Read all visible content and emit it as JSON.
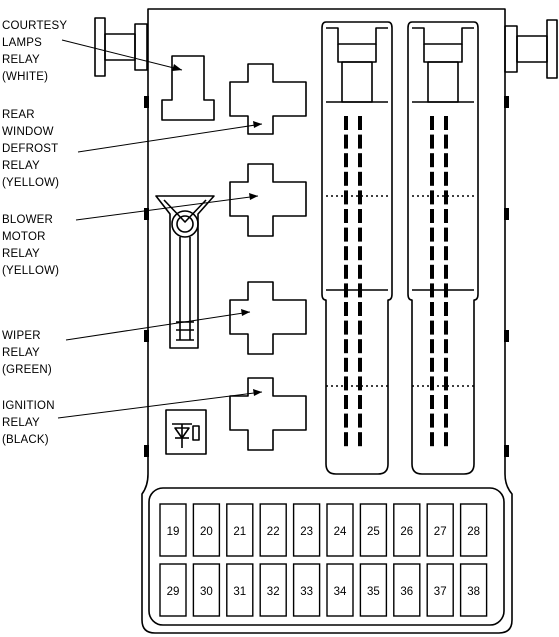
{
  "callouts": {
    "courtesy_lamps": "COURTESY\nLAMPS\nRELAY\n(WHITE)",
    "rear_window_defrost": "REAR\nWINDOW\nDEFROST\nRELAY\n(YELLOW)",
    "blower_motor": "BLOWER\nMOTOR\nRELAY\n(YELLOW)",
    "wiper": "WIPER\nRELAY\n(GREEN)",
    "ignition": "IGNITION\nRELAY\n(BLACK)"
  },
  "fuses": {
    "row1": [
      "19",
      "20",
      "21",
      "22",
      "23",
      "24",
      "25",
      "26",
      "27",
      "28"
    ],
    "row2": [
      "29",
      "30",
      "31",
      "32",
      "33",
      "34",
      "35",
      "36",
      "37",
      "38"
    ]
  }
}
